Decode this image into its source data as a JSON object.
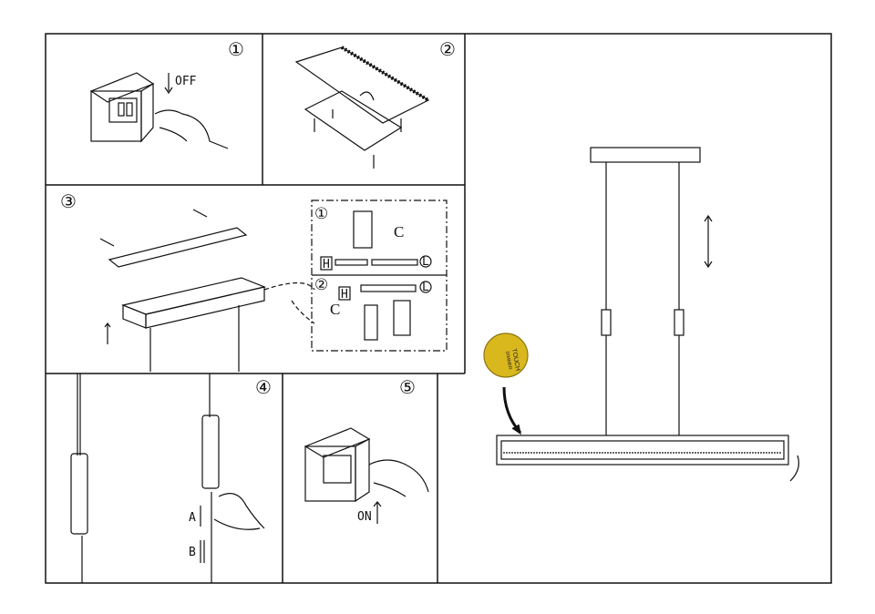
{
  "steps": [
    {
      "number": "①",
      "label": "OFF"
    },
    {
      "number": "②"
    },
    {
      "number": "③",
      "detail_numbers": [
        "①",
        "②"
      ],
      "connector_label": "C",
      "house_label": "H",
      "lamp_label": "L"
    },
    {
      "number": "④",
      "labels": [
        "A",
        "B"
      ]
    },
    {
      "number": "⑤",
      "label": "ON"
    }
  ],
  "badge": {
    "text_line1": "TOUCH",
    "text_line2": "DIMMER",
    "color": "#d9b81e"
  }
}
